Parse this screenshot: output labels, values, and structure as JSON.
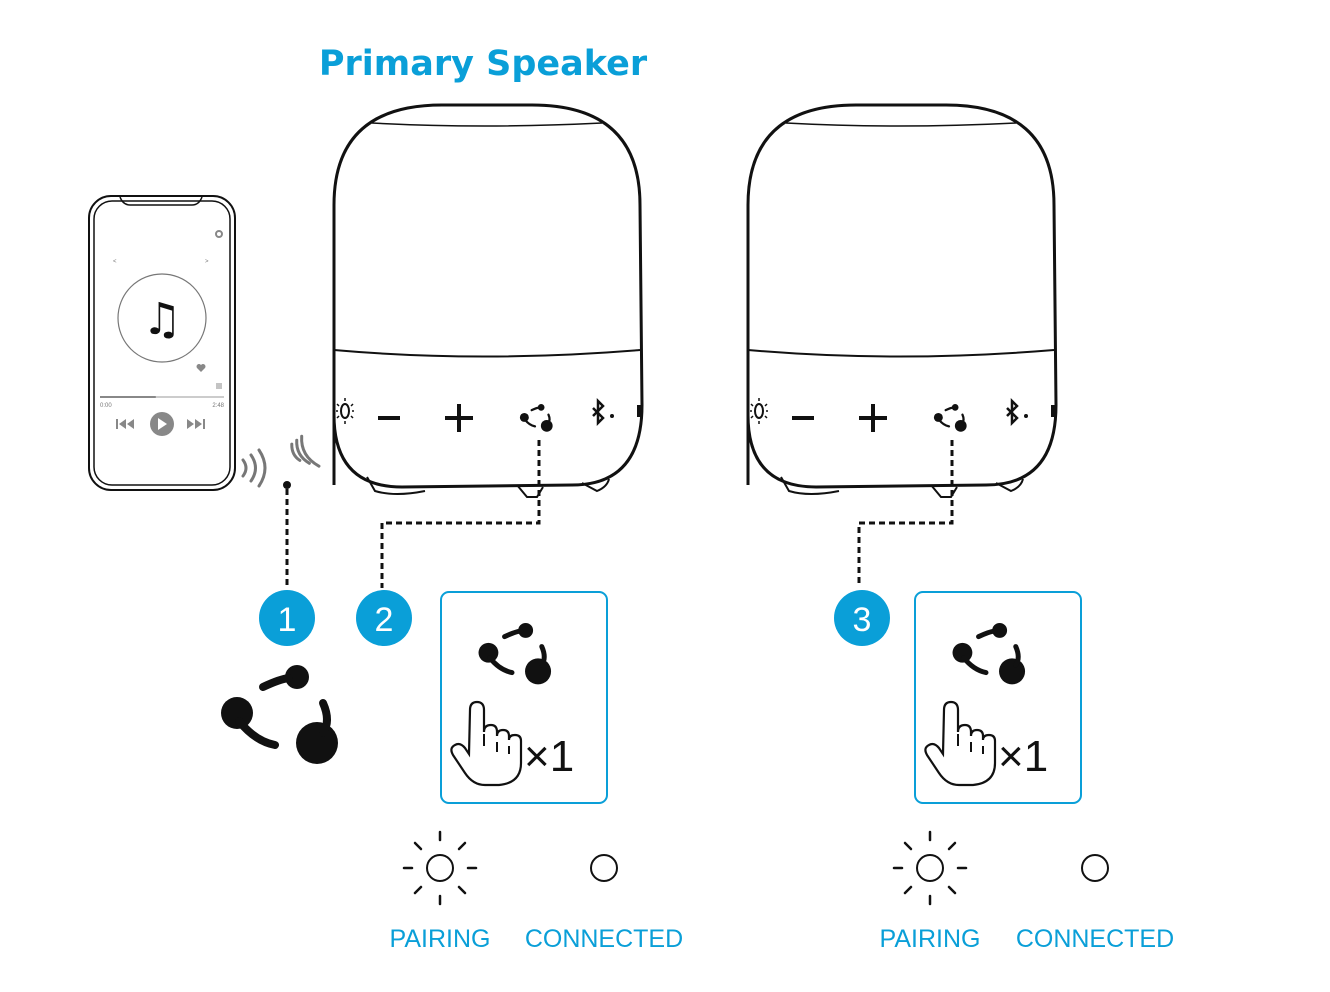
{
  "title": "Primary Speaker",
  "phone": {
    "prev_arrow": "<",
    "next_arrow": ">",
    "time_elapsed": "0:00",
    "time_total": "2:48",
    "progress_fraction": 0.45
  },
  "steps": [
    {
      "number": "1"
    },
    {
      "number": "2",
      "press_count": "×1"
    },
    {
      "number": "3",
      "press_count": "×1"
    }
  ],
  "indicators": {
    "primary": {
      "pairing": "PAIRING",
      "connected": "CONNECTED"
    },
    "secondary": {
      "pairing": "PAIRING",
      "connected": "CONNECTED"
    }
  },
  "colors": {
    "accent": "#0a9fd8",
    "line": "#111111"
  }
}
